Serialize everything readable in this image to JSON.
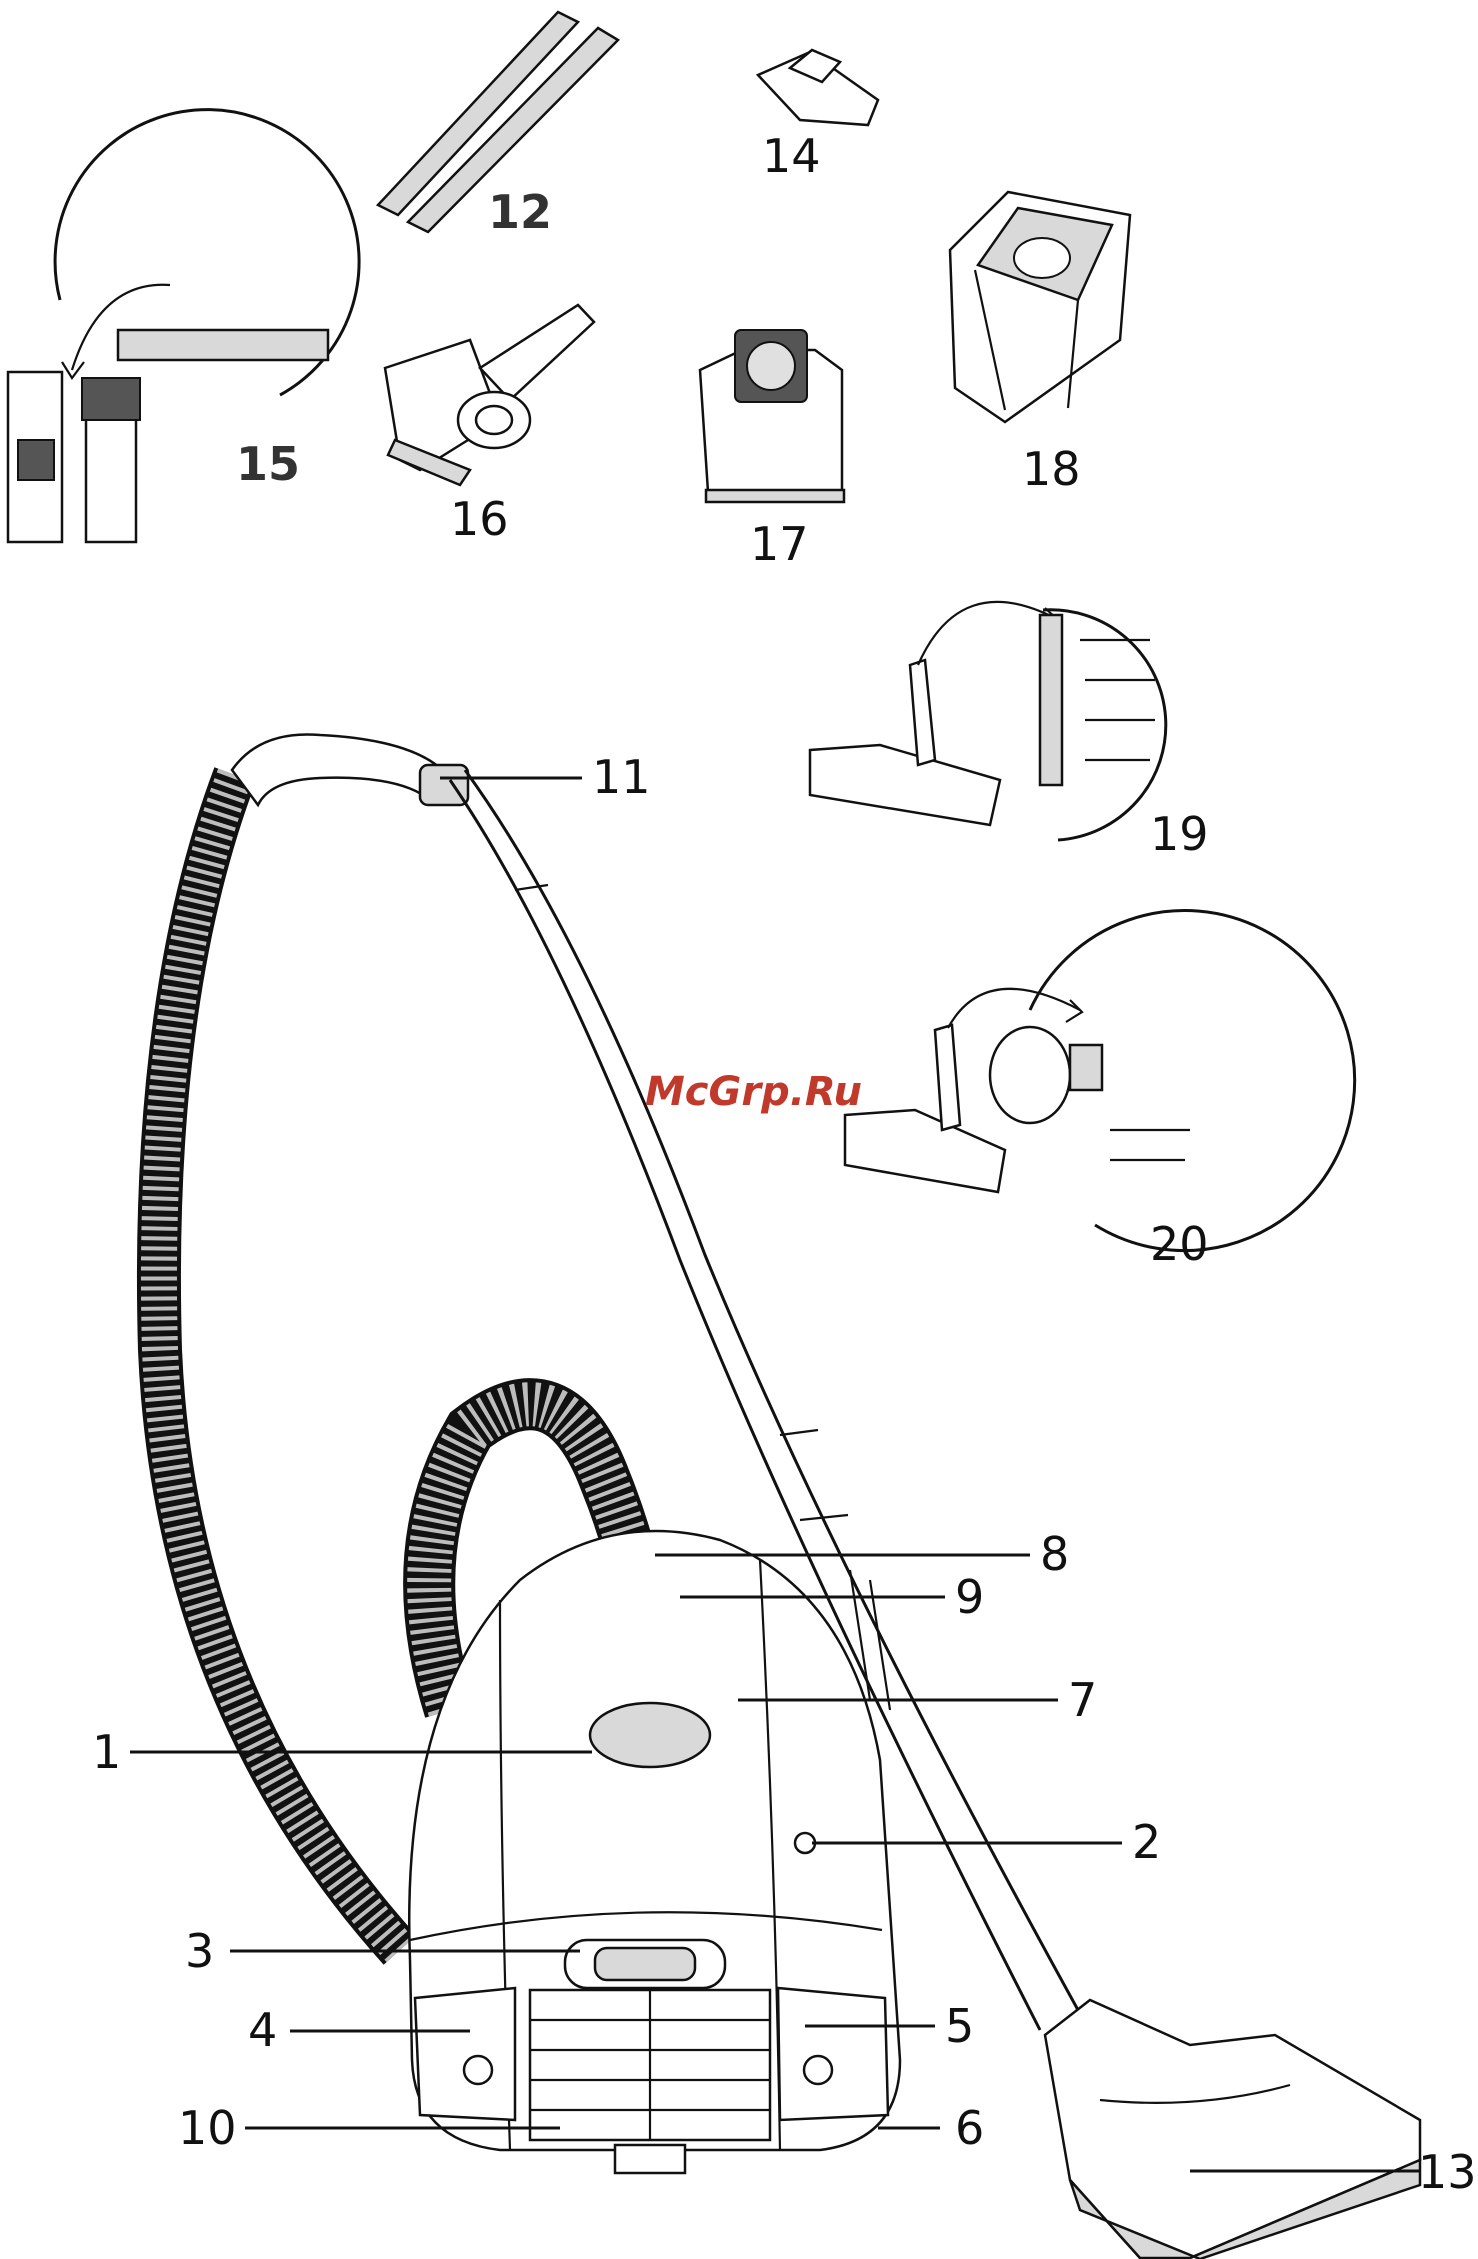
{
  "callouts": {
    "c1": "1",
    "c2": "2",
    "c3": "3",
    "c4": "4",
    "c5": "5",
    "c6": "6",
    "c7": "7",
    "c8": "8",
    "c9": "9",
    "c10": "10",
    "c11": "11",
    "c12": "12",
    "c13": "13",
    "c14": "14",
    "c15": "15",
    "c16": "16",
    "c17": "17",
    "c18": "18",
    "c19": "19",
    "c20": "20"
  },
  "watermark": "McGrp.Ru"
}
